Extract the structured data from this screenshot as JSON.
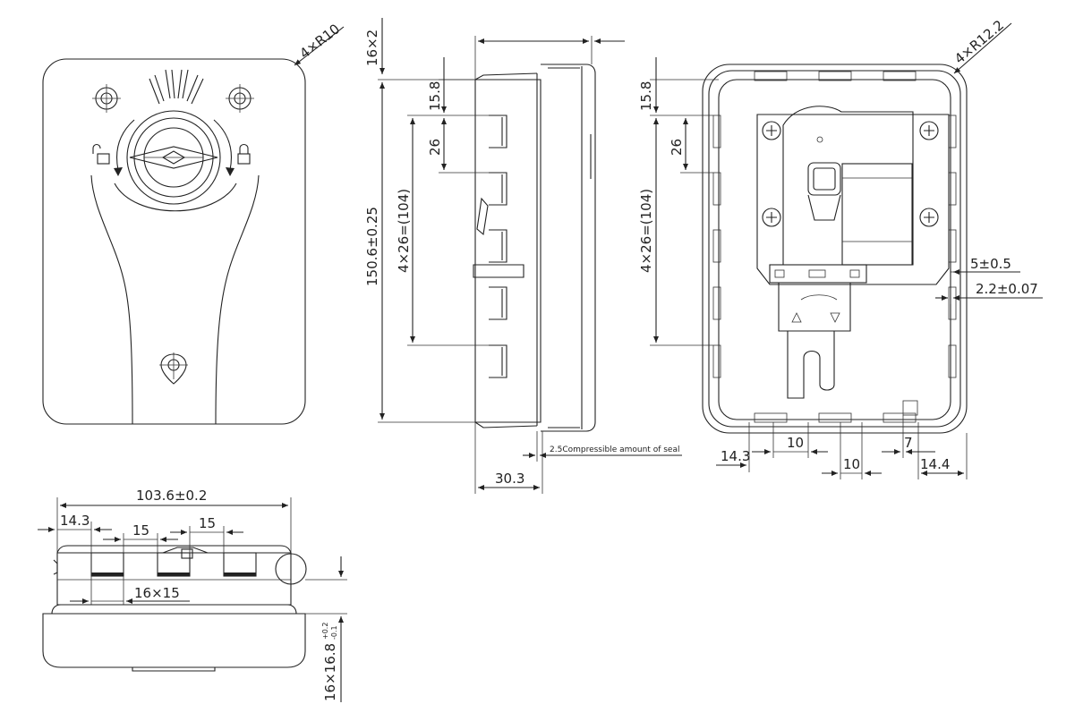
{
  "labels": {
    "front_corner_radius": "4×R10",
    "height_total": "150.6±0.25",
    "side_top_offset": "16×2",
    "side_first_pitch": "15.8",
    "side_pitch": "26",
    "side_pitch_total": "4×26=(104)",
    "depth": "30.3",
    "seal_note": "2.5Compressible amount of seal",
    "rear_corner_radius": "4×R12.2",
    "rear_first_pitch": "15.8",
    "rear_pitch": "26",
    "rear_pitch_total": "4×26=(104)",
    "rear_gap": "5±0.5",
    "rear_offset": "2.2±0.07",
    "rear_bottom_left": "14.3",
    "rear_bottom_10a": "10",
    "rear_bottom_10b": "10",
    "rear_bottom_7": "7",
    "rear_bottom_right": "14.4",
    "width_total": "103.6±0.2",
    "bottom_14_3": "14.3",
    "bottom_15a": "15",
    "bottom_15b": "15",
    "bottom_pitch": "16×15",
    "bottom_height_main": "16×16.8",
    "bottom_height_tol_plus": "+0.2",
    "bottom_height_tol_minus": "-0.1"
  }
}
